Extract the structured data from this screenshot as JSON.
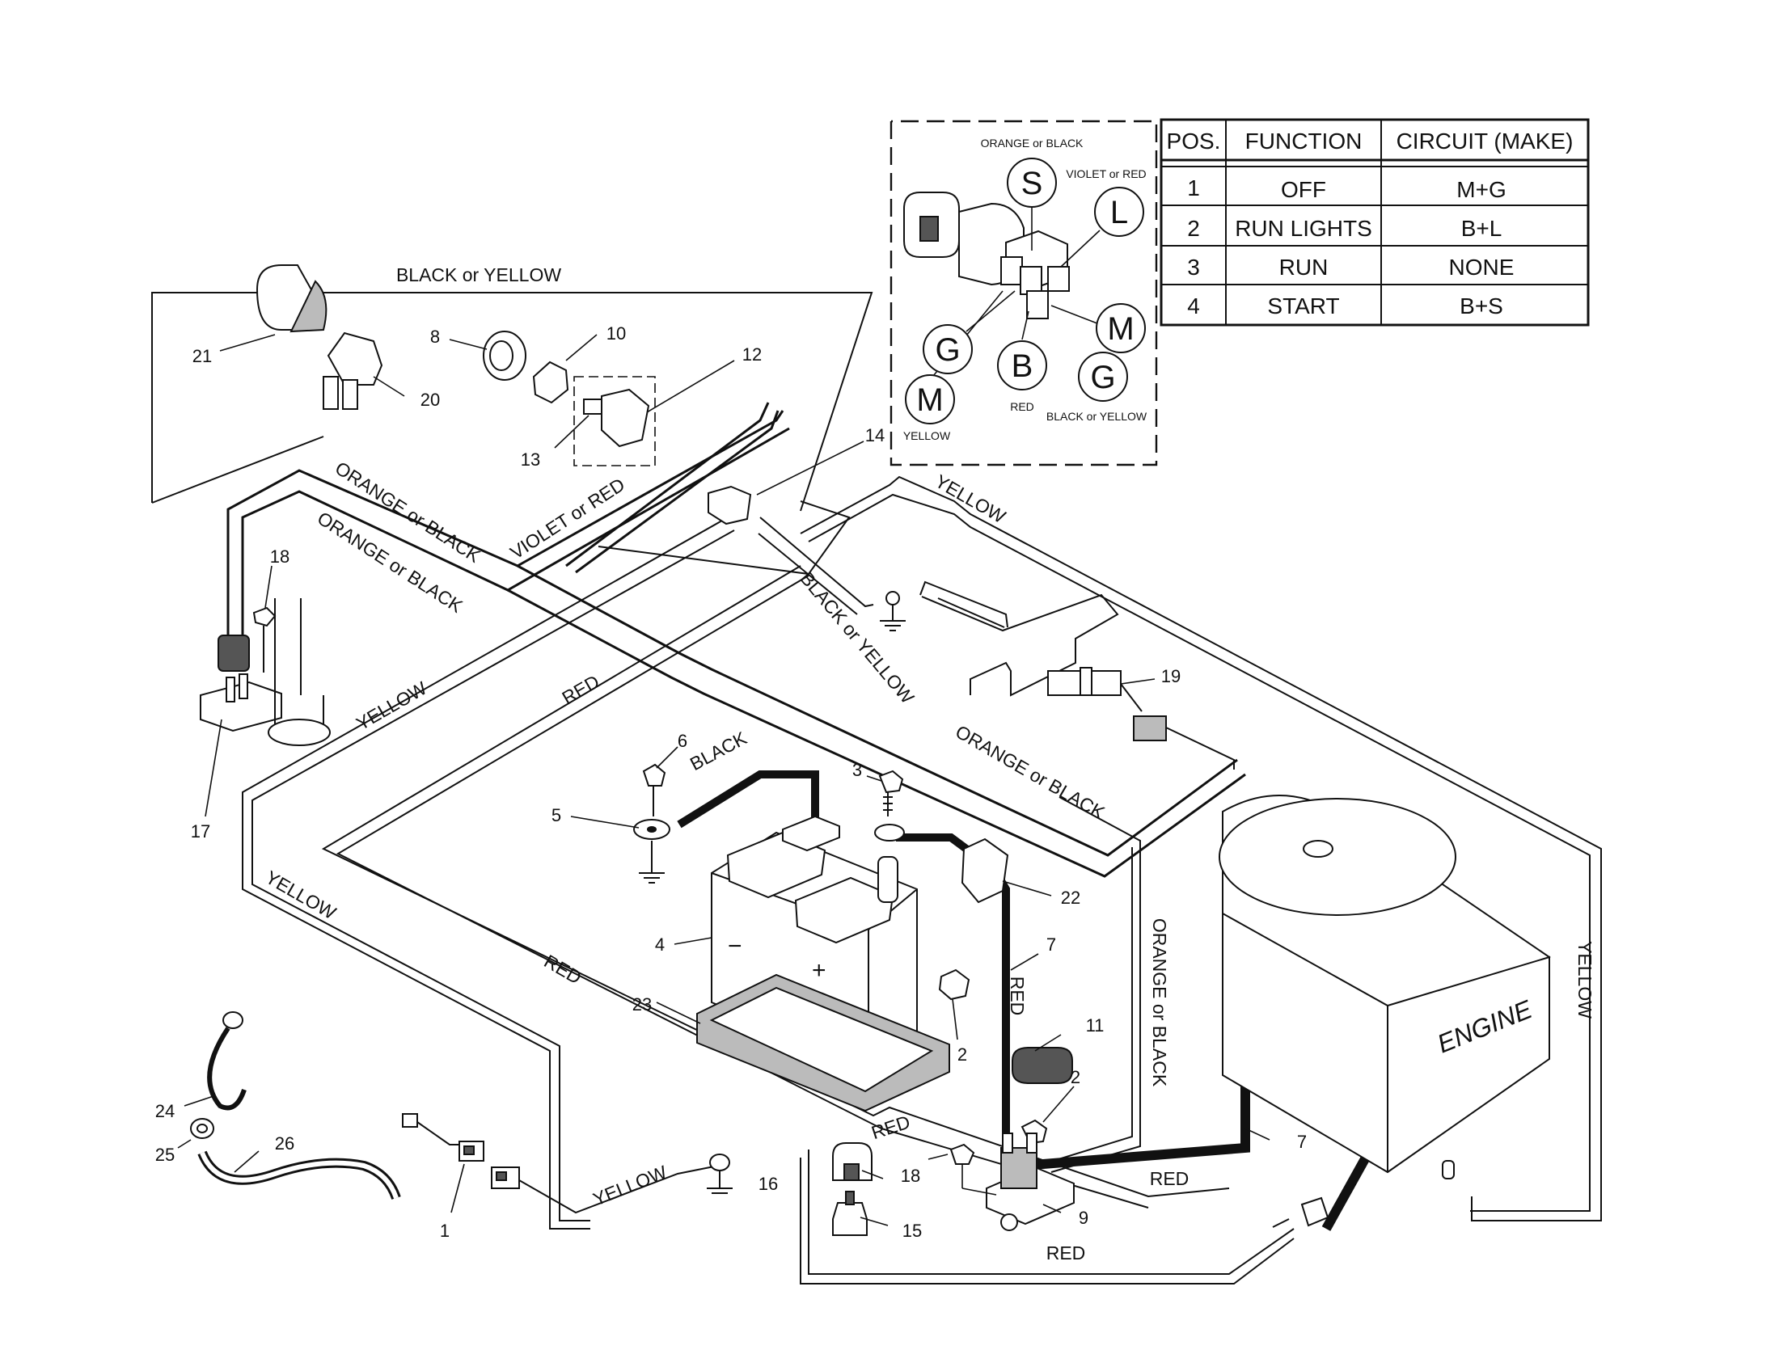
{
  "switch_table": {
    "headers": [
      "POS.",
      "FUNCTION",
      "CIRCUIT  (MAKE)"
    ],
    "rows": [
      [
        "1",
        "OFF",
        "M+G"
      ],
      [
        "2",
        "RUN LIGHTS",
        "B+L"
      ],
      [
        "3",
        "RUN",
        "NONE"
      ],
      [
        "4",
        "START",
        "B+S"
      ]
    ]
  },
  "ignition_detail": {
    "terminals": [
      {
        "letter": "S",
        "wire": "ORANGE or BLACK"
      },
      {
        "letter": "L",
        "wire": "VIOLET or RED"
      },
      {
        "letter": "M",
        "wire": ""
      },
      {
        "letter": "G",
        "wire": ""
      },
      {
        "letter": "B",
        "wire": "RED"
      },
      {
        "letter": "G",
        "wire": "BLACK or YELLOW"
      },
      {
        "letter": "M",
        "wire": "YELLOW"
      }
    ]
  },
  "wire_labels": {
    "black_or_yellow_top": "BLACK or YELLOW",
    "orange_or_black_1": "ORANGE or BLACK",
    "orange_or_black_2": "ORANGE or BLACK",
    "violet_or_red": "VIOLET or RED",
    "yellow_top": "YELLOW",
    "black_or_yellow_mid": "BLACK or YELLOW",
    "yellow_left": "YELLOW",
    "red_upper": "RED",
    "orange_or_black_3": "ORANGE or BLACK",
    "black_battery": "BLACK",
    "yellow_lower_left": "YELLOW",
    "red_left": "RED",
    "red_cable": "RED",
    "orange_or_black_vertical": "ORANGE or BLACK",
    "yellow_right_vertical": "YELLOW",
    "red_bottom_1": "RED",
    "red_bottom_2": "RED",
    "red_bottom_3": "RED",
    "yellow_bottom": "YELLOW"
  },
  "engine_label": "ENGINE",
  "battery_minus": "−",
  "battery_plus": "+",
  "part_numbers": [
    "1",
    "2",
    "2",
    "3",
    "4",
    "5",
    "6",
    "7",
    "7",
    "8",
    "9",
    "10",
    "11",
    "12",
    "13",
    "14",
    "15",
    "16",
    "17",
    "18",
    "18",
    "19",
    "20",
    "21",
    "22",
    "23",
    "24",
    "25",
    "26"
  ]
}
